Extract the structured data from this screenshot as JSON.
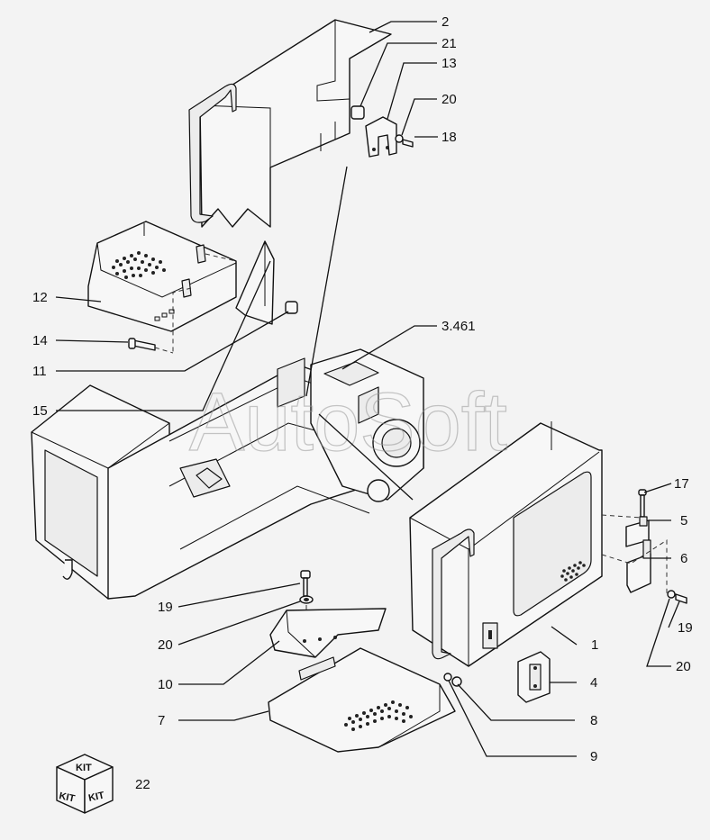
{
  "callouts": [
    {
      "id": "c2",
      "label": "2"
    },
    {
      "id": "c21",
      "label": "21"
    },
    {
      "id": "c13",
      "label": "13"
    },
    {
      "id": "c20a",
      "label": "20"
    },
    {
      "id": "c18",
      "label": "18"
    },
    {
      "id": "c12",
      "label": "12"
    },
    {
      "id": "c14",
      "label": "14"
    },
    {
      "id": "c3461",
      "label": "3.461"
    },
    {
      "id": "c11",
      "label": "11"
    },
    {
      "id": "c15",
      "label": "15"
    },
    {
      "id": "c17",
      "label": "17"
    },
    {
      "id": "c5",
      "label": "5"
    },
    {
      "id": "c6",
      "label": "6"
    },
    {
      "id": "c19a",
      "label": "19"
    },
    {
      "id": "c19b",
      "label": "19"
    },
    {
      "id": "c20b",
      "label": "20"
    },
    {
      "id": "c1",
      "label": "1"
    },
    {
      "id": "c20c",
      "label": "20"
    },
    {
      "id": "c10",
      "label": "10"
    },
    {
      "id": "c4",
      "label": "4"
    },
    {
      "id": "c7",
      "label": "7"
    },
    {
      "id": "c8",
      "label": "8"
    },
    {
      "id": "c9",
      "label": "9"
    },
    {
      "id": "c22",
      "label": "22"
    }
  ],
  "watermark": "AutoSoft",
  "kit_badge": {
    "top": "KIT",
    "left": "KIT",
    "right": "KIT"
  }
}
